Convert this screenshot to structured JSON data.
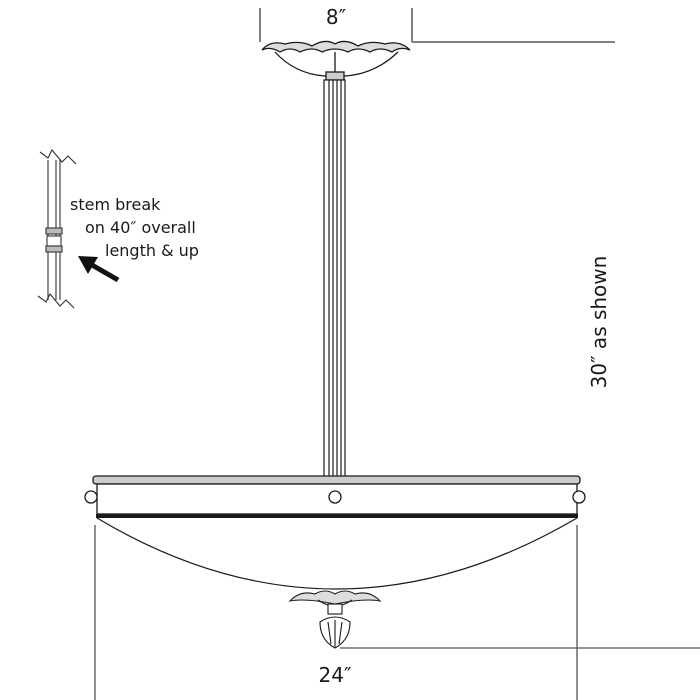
{
  "dimensions": {
    "canopy_width": "8″",
    "shade_width": "24″",
    "overall_height": "30″ as shown"
  },
  "stem_break_note": {
    "line1": "stem break",
    "line2": "on 40″ overall",
    "line3": "length & up"
  },
  "colors": {
    "line": "#1a1a1a",
    "dimension_line": "#555555"
  }
}
